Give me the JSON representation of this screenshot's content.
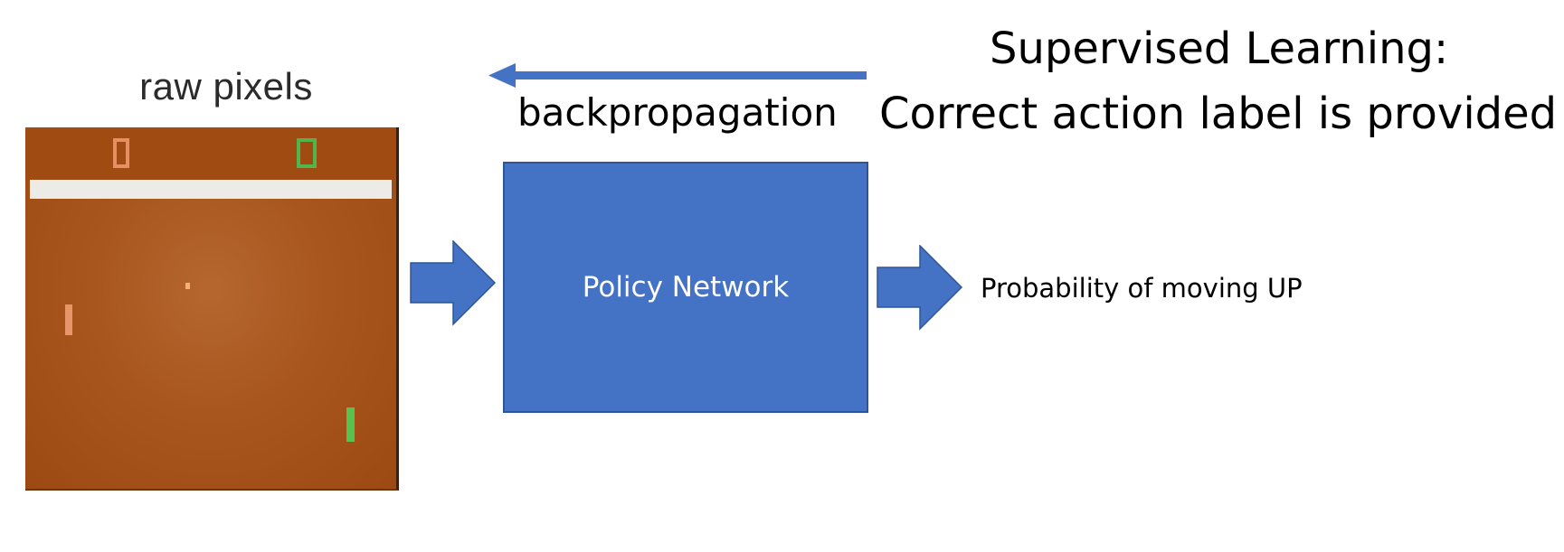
{
  "diagram": {
    "input_label": "raw pixels",
    "model_label": "Policy Network",
    "output_label": "Probability of moving UP",
    "feedback_label": "backpropagation",
    "title": "Supervised Learning:",
    "subtitle": "Correct action label is provided"
  },
  "colors": {
    "box_fill": "#4472c4",
    "box_border": "#2f5597",
    "arrow": "#4472c4",
    "pong_background": "#a8561d",
    "pong_wall": "#ecebe6",
    "left_player": "#e58f63",
    "right_player": "#52b54b",
    "text": "#000000"
  },
  "icons": {
    "input_image": "pong-game-frame",
    "flow_arrow": "block-right-arrow",
    "feedback_arrow": "left-arrow"
  }
}
